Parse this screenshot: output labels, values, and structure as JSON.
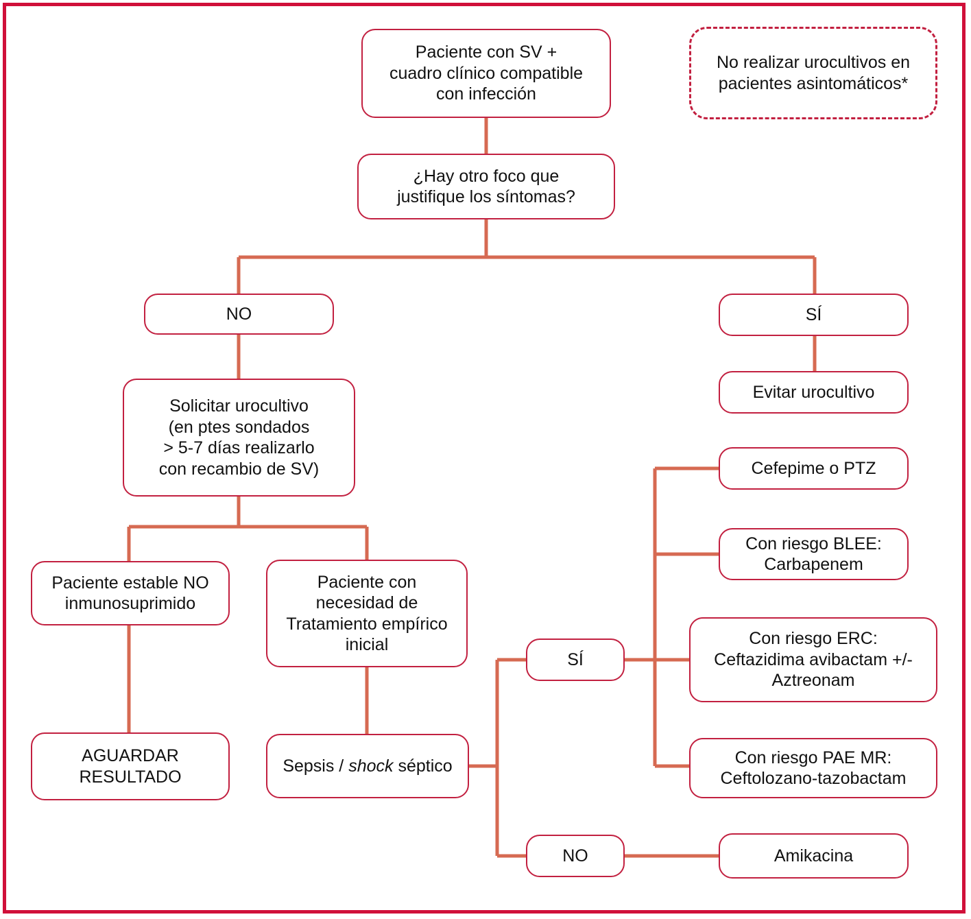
{
  "figure": {
    "kind": "clinical-decision-flowchart",
    "language": "es",
    "frame_color": "#d0103a",
    "node_border_color": "#c22040",
    "connector_color": "#d66a52"
  },
  "nodes": {
    "start": "Paciente con SV +\ncuadro clínico compatible\ncon infección",
    "note": "No realizar urocultivos en\npacientes asintomáticos*",
    "question": "¿Hay otro foco que\njustifique los síntomas?",
    "branch_no": "NO",
    "branch_si": "SÍ",
    "avoid_culture": "Evitar urocultivo",
    "request_culture": "Solicitar urocultivo\n(en ptes sondados\n> 5-7 días realizarlo\ncon recambio de SV)",
    "stable_patient": "Paciente estable NO\ninmunosuprimido",
    "await_result": "AGUARDAR\nRESULTADO",
    "empiric_need": "Paciente con\nnecesidad de\nTratamiento empírico\ninicial",
    "sepsis_pre": "Sepsis / ",
    "sepsis_em": "shock",
    "sepsis_post": " séptico",
    "sepsis_full": "Sepsis / shock séptico",
    "sepsis_si": "SÍ",
    "sepsis_no": "NO",
    "tx_cefepime": "Cefepime o PTZ",
    "tx_blee": "Con riesgo BLEE:\nCarbapenem",
    "tx_erc": "Con riesgo ERC:\nCeftazidima avibactam +/-\nAztreonam",
    "tx_pae": "Con riesgo PAE MR:\nCeftolozano-tazobactam",
    "tx_amikacina": "Amikacina"
  }
}
